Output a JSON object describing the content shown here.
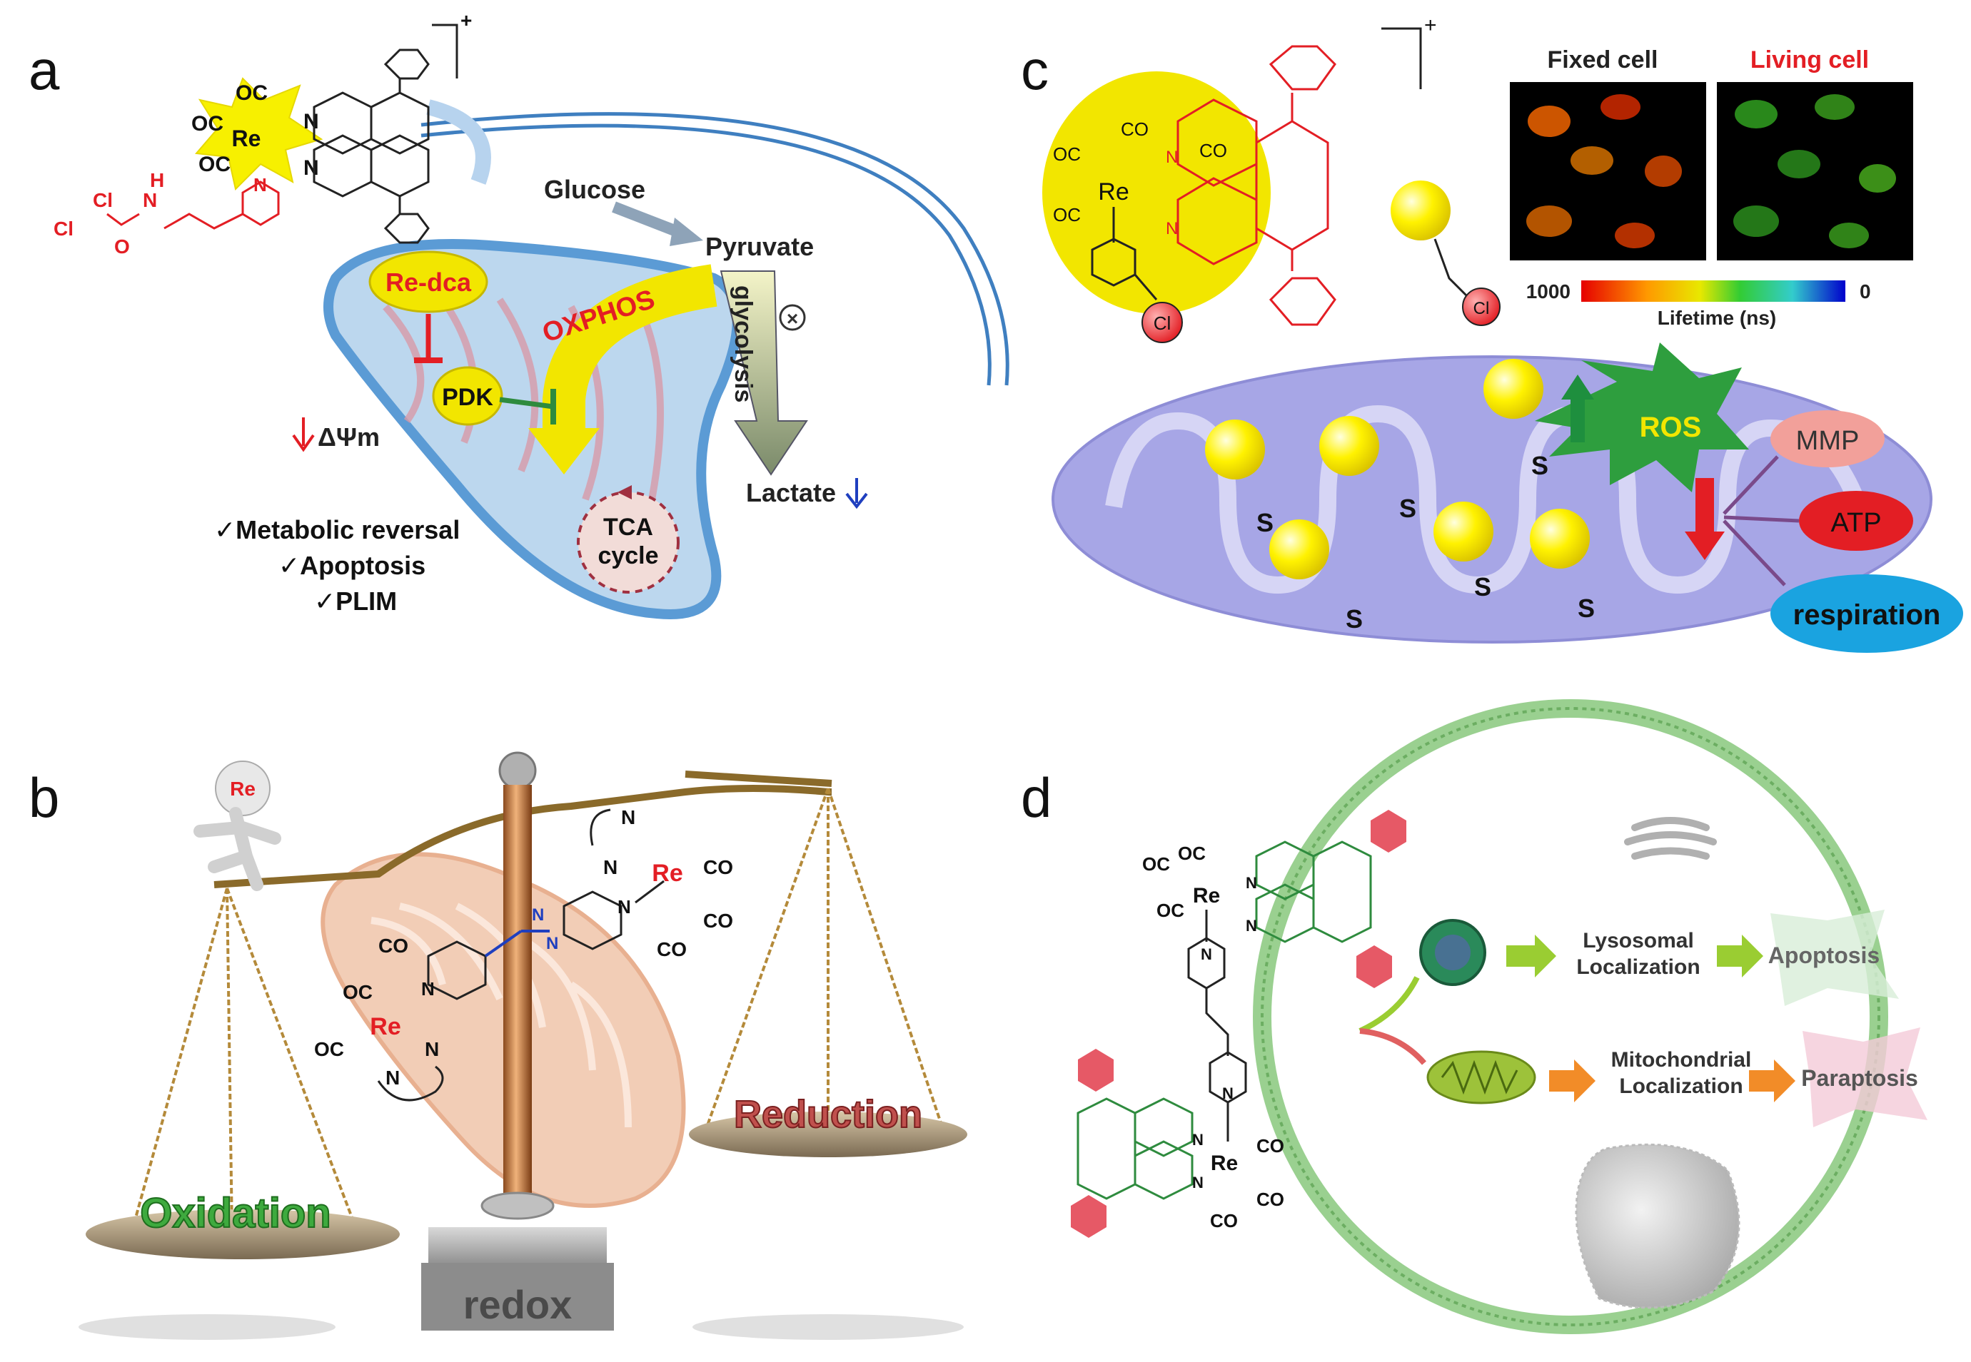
{
  "panels": {
    "a": {
      "label": "a",
      "re_dca": "Re-dca",
      "pdk": "PDK",
      "oxphos": "OXPHOS",
      "glycolysis": "glycolysis",
      "glucose": "Glucose",
      "pyruvate": "Pyruvate",
      "lactate": "Lactate",
      "tca": "TCA",
      "cycle": "cycle",
      "delta_psi": "ΔΨm",
      "outcomes": [
        "✓Metabolic reversal",
        "✓Apoptosis",
        "✓PLIM"
      ],
      "chem": {
        "co": "OC",
        "re": "Re",
        "n": "N",
        "cl": "Cl",
        "h": "H",
        "o": "O",
        "charge": "+"
      }
    },
    "b": {
      "label": "b",
      "oxidation": "Oxidation",
      "reduction": "Reduction",
      "redox": "redox",
      "runner": "Re",
      "chem": {
        "co": "CO",
        "oc": "OC",
        "re": "Re",
        "n": "N"
      }
    },
    "c": {
      "label": "c",
      "fixed_cell": "Fixed cell",
      "living_cell": "Living cell",
      "scale_max": "1000",
      "scale_min": "0",
      "lifetime": "Lifetime (ns)",
      "ros": "ROS",
      "mmp": "MMP",
      "atp": "ATP",
      "respiration": "respiration",
      "s": "S",
      "chem": {
        "co": "CO",
        "oc": "OC",
        "re": "Re",
        "n": "N",
        "cl": "Cl",
        "charge": "+"
      }
    },
    "d": {
      "label": "d",
      "lysosomal_1": "Lysosomal",
      "lysosomal_2": "Localization",
      "apoptosis": "Apoptosis",
      "mito_1": "Mitochondrial",
      "mito_2": "Localization",
      "paraptosis": "Paraptosis",
      "chem": {
        "co": "CO",
        "oc": "OC",
        "re": "Re",
        "n": "N"
      }
    }
  },
  "colors": {
    "mito_outer": "#5b9bd5",
    "mito_fill": "#bcd7ee",
    "yellow": "#f2e600",
    "red": "#e31e24",
    "green": "#2e8b3e",
    "purple_mito": "#a7a6e6",
    "pink_mmp": "#f2a09a",
    "blue_resp": "#1aa3e0",
    "brass": "#b48a3a",
    "copper": "#c9783f"
  }
}
